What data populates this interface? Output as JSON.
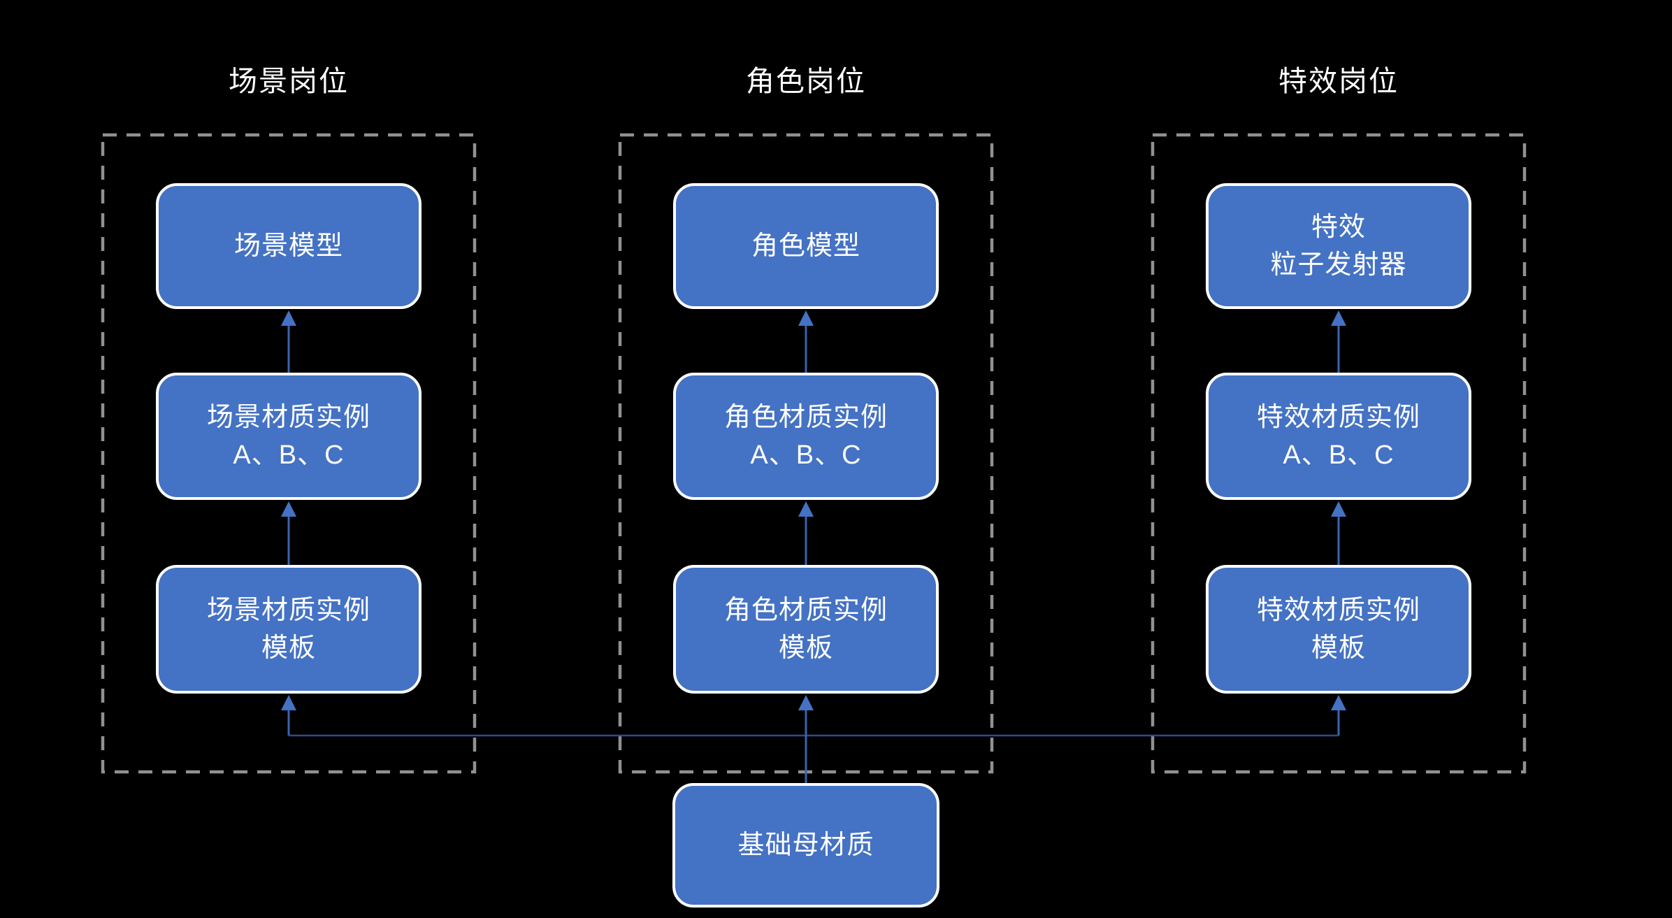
{
  "colors": {
    "background": "#000000",
    "box_fill": "#4472C4",
    "box_border": "#FFFFFF",
    "text": "#FFFFFF",
    "dashed_border": "#919191",
    "arrow_shaft": "#3A63AD",
    "arrow_head": "#4472C4",
    "connector_line": "#2D4C8C"
  },
  "diagram": {
    "groups": [
      {
        "title": "场景岗位",
        "nodes": [
          {
            "lines": [
              "场景模型"
            ]
          },
          {
            "lines": [
              "场景材质实例",
              "A、B、C"
            ]
          },
          {
            "lines": [
              "场景材质实例",
              "模板"
            ]
          }
        ]
      },
      {
        "title": "角色岗位",
        "nodes": [
          {
            "lines": [
              "角色模型"
            ]
          },
          {
            "lines": [
              "角色材质实例",
              "A、B、C"
            ]
          },
          {
            "lines": [
              "角色材质实例",
              "模板"
            ]
          }
        ]
      },
      {
        "title": "特效岗位",
        "nodes": [
          {
            "lines": [
              "特效",
              "粒子发射器"
            ]
          },
          {
            "lines": [
              "特效材质实例",
              "A、B、C"
            ]
          },
          {
            "lines": [
              "特效材质实例",
              "模板"
            ]
          }
        ]
      }
    ],
    "base": {
      "lines": [
        "基础母材质"
      ]
    }
  }
}
